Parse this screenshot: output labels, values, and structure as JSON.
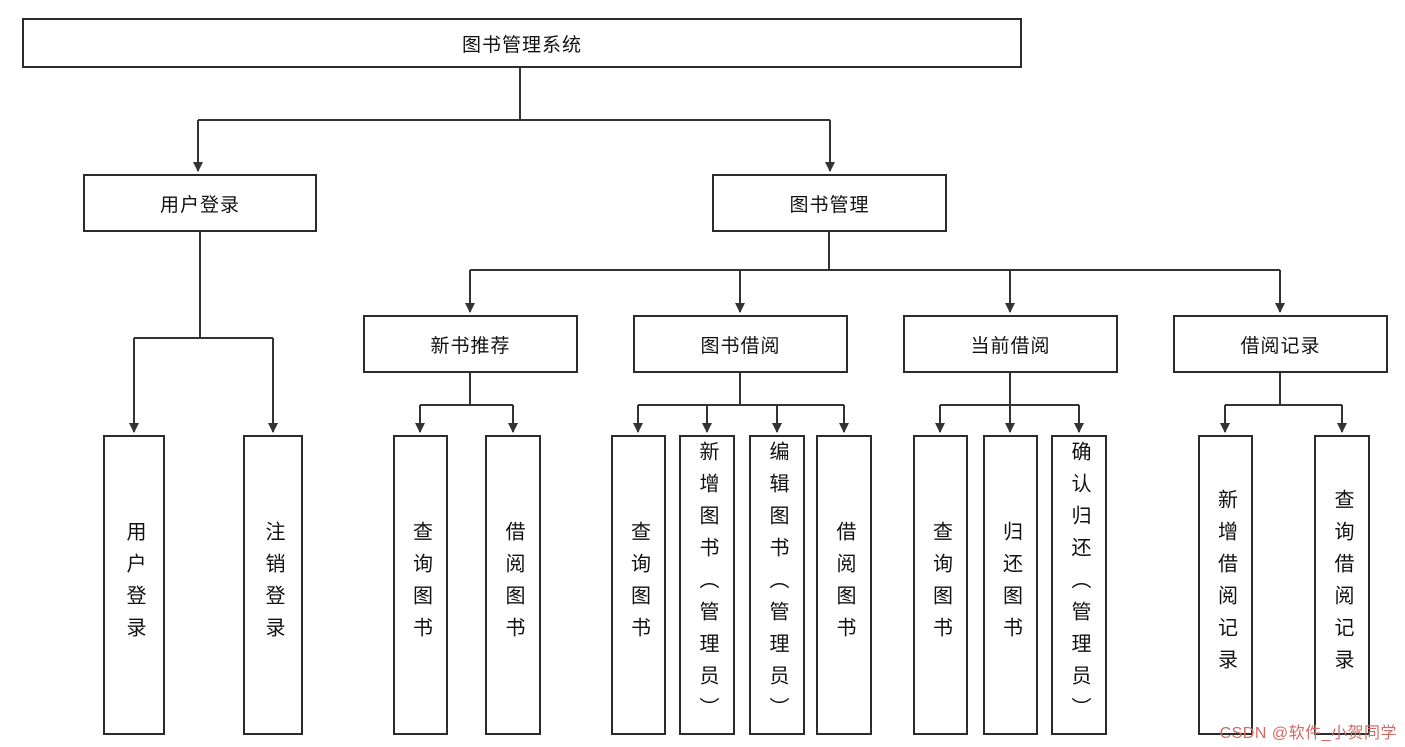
{
  "tree": {
    "root": {
      "label": "图书管理系统"
    },
    "branches": [
      {
        "label": "用户登录",
        "children": [
          {
            "label": "用户登录"
          },
          {
            "label": "注销登录"
          }
        ]
      },
      {
        "label": "图书管理",
        "children": [
          {
            "label": "新书推荐",
            "children": [
              {
                "label": "查询图书"
              },
              {
                "label": "借阅图书"
              }
            ]
          },
          {
            "label": "图书借阅",
            "children": [
              {
                "label": "查询图书"
              },
              {
                "label": "新增图书（管理员）"
              },
              {
                "label": "编辑图书（管理员）"
              },
              {
                "label": "借阅图书"
              }
            ]
          },
          {
            "label": "当前借阅",
            "children": [
              {
                "label": "查询图书"
              },
              {
                "label": "归还图书"
              },
              {
                "label": "确认归还（管理员）"
              }
            ]
          },
          {
            "label": "借阅记录",
            "children": [
              {
                "label": "新增借阅记录"
              },
              {
                "label": "查询借阅记录"
              }
            ]
          }
        ]
      }
    ]
  },
  "watermark": {
    "text": "CSDN @软件_小贺同学"
  },
  "colors": {
    "line": "#333333",
    "border": "#2b2b2b",
    "watermark": "#d16a64",
    "background": "#ffffff"
  }
}
